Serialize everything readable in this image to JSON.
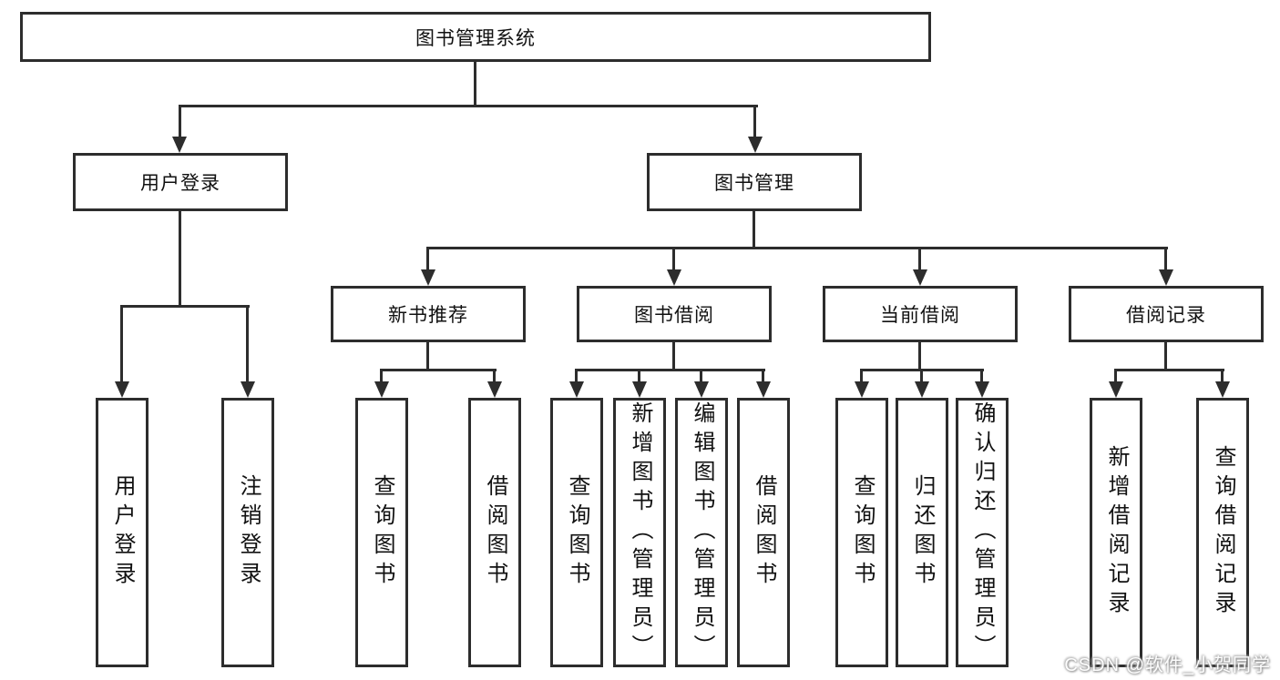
{
  "nodes": {
    "root": "图书管理系统",
    "user_login": "用户登录",
    "book_mgmt": "图书管理",
    "l3": [
      "新书推荐",
      "图书借阅",
      "当前借阅",
      "借阅记录"
    ],
    "login_leaves": [
      "用户登录",
      "注销登录"
    ],
    "newbook_leaves": [
      "查询图书",
      "借阅图书"
    ],
    "borrow_leaves": [
      "查询图书",
      "新增图书（管理员）",
      "编辑图书（管理员）",
      "借阅图书"
    ],
    "current_leaves": [
      "查询图书",
      "归还图书",
      "确认归还（管理员）"
    ],
    "record_leaves": [
      "新增借阅记录",
      "查询借阅记录"
    ]
  },
  "watermark": {
    "text": "CSDN @软件_小贺同学"
  },
  "colors": {
    "line": "#2d2d2d",
    "box_border": "#2d2d2d",
    "background": "#ffffff",
    "watermark_shadow": "#8a8a8a"
  }
}
